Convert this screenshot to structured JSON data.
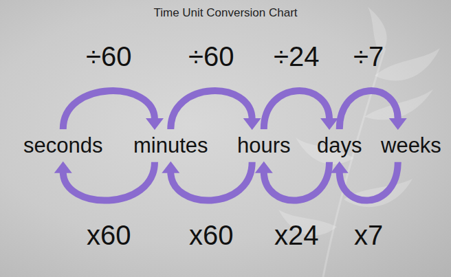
{
  "diagram": {
    "title": "Time Unit Conversion Chart",
    "nodes": [
      {
        "text": [
          "seconds"
        ]
      },
      {
        "text": [
          "minutes"
        ]
      },
      {
        "text": [
          "hours"
        ]
      },
      {
        "text": [
          "days"
        ]
      },
      {
        "text": [
          "weeks"
        ]
      }
    ],
    "edges": [
      {
        "from": 0,
        "to": 1,
        "label": "÷60",
        "arrow": "to"
      },
      {
        "from": 1,
        "to": 2,
        "label": "÷60",
        "arrow": "to"
      },
      {
        "from": 2,
        "to": 3,
        "label": "÷24",
        "arrow": "to"
      },
      {
        "from": 3,
        "to": 4,
        "label": "÷7",
        "arrow": "to"
      },
      {
        "from": 1,
        "to": 0,
        "label": "x60",
        "arrow": "to"
      },
      {
        "from": 2,
        "to": 1,
        "label": "x60",
        "arrow": "to"
      },
      {
        "from": 3,
        "to": 2,
        "label": "x24",
        "arrow": "to"
      },
      {
        "from": 4,
        "to": 3,
        "label": "x7",
        "arrow": "to"
      }
    ]
  }
}
